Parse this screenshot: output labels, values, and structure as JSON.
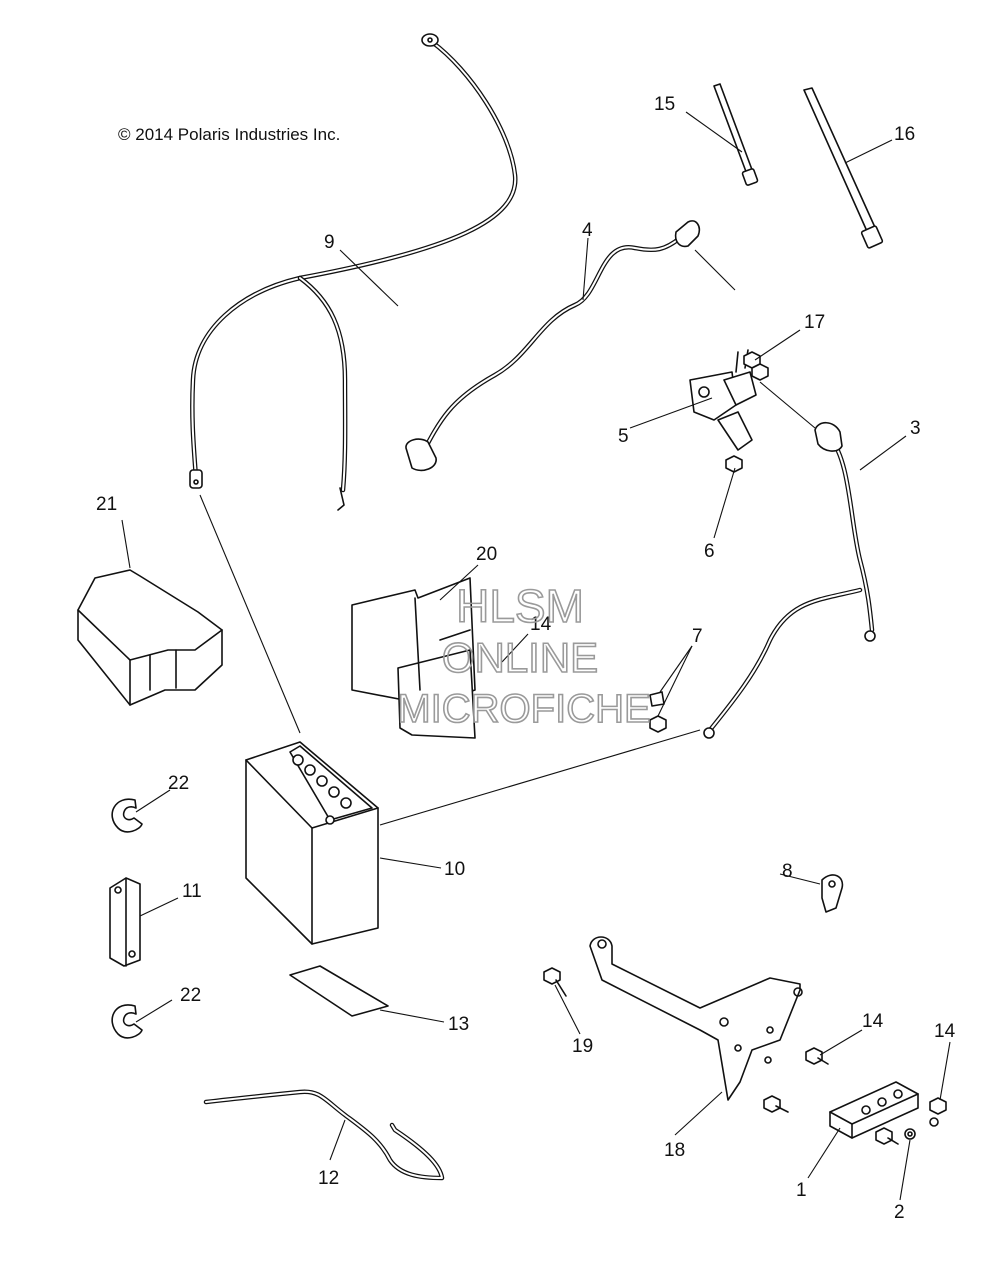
{
  "copyright": "© 2014 Polaris Industries Inc.",
  "watermark": {
    "line1": "HLSM",
    "line2": "ONLINE",
    "line3": "MICROFICHE"
  },
  "callouts": {
    "c1": "1",
    "c2": "2",
    "c3": "3",
    "c4": "4",
    "c5": "5",
    "c6": "6",
    "c7": "7",
    "c8": "8",
    "c9": "9",
    "c10": "10",
    "c11": "11",
    "c12": "12",
    "c13": "13",
    "c14a": "14",
    "c14b": "14",
    "c14c": "14",
    "c15": "15",
    "c16": "16",
    "c17": "17",
    "c18": "18",
    "c19": "19",
    "c20": "20",
    "c21": "21",
    "c22a": "22",
    "c22b": "22"
  }
}
